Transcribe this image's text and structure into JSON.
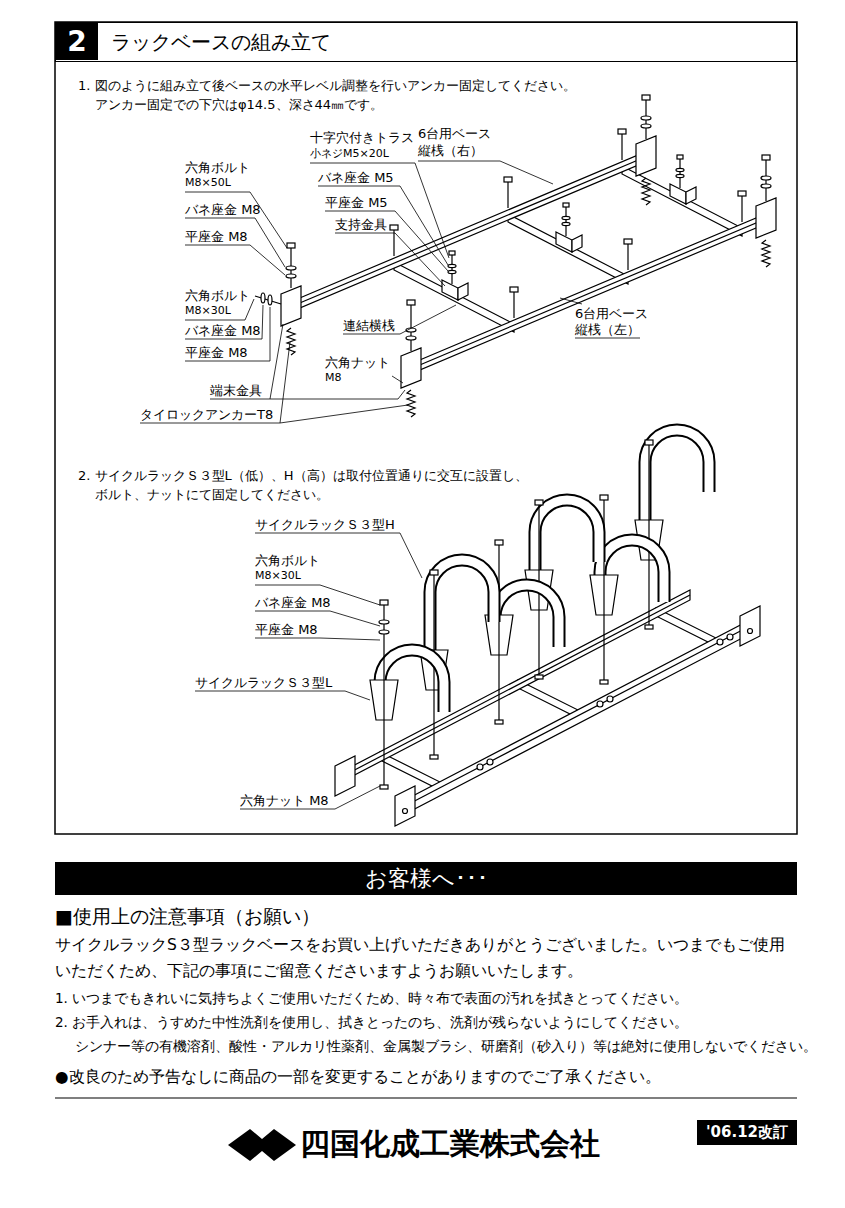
{
  "diagram": {
    "nodes": [
      {
        "text": [
          "ラックベースの組み立て"
        ]
      },
      {
        "text": [
          "2"
        ],
        "in": 0
      },
      {
        "text": [
          "お客様へ･･･"
        ]
      },
      {
        "text": [
          "'06.12改訂"
        ]
      }
    ],
    "labels": [
      "1. 図のように組み立て後ベースの水平レベル調整を行いアンカー固定してください。",
      "アンカー固定での下穴はφ14.5、深さ44㎜です。",
      "十字穴付きトラス",
      "小ネジM5×20L",
      "6台用ベース",
      "縦桟（右）",
      "六角ボルト",
      "M8×50L",
      "バネ座金 M5",
      "バネ座金 M8",
      "平座金 M5",
      "支持金具",
      "平座金 M8",
      "六角ボルト",
      "M8×30L",
      "バネ座金 M8",
      "連結横桟",
      "6台用ベース",
      "縦桟（左）",
      "平座金 M8",
      "六角ナット",
      "M8",
      "端末金具",
      "タイロックアンカーT8",
      "2. サイクルラックＳ３型L（低）、H（高）は取付位置通りに交互に設置し、",
      "ボルト、ナットにて固定してください。",
      "サイクルラックＳ３型H",
      "六角ボルト",
      "M8×30L",
      "バネ座金 M8",
      "平座金 M8",
      "サイクルラックＳ３型L",
      "六角ナット M8",
      "■使用上の注意事項（お願い）",
      "サイクルラックS３型ラックベースをお買い上げいただきありがとうございました。いつまでもご使用いただくため、下記の事項にご留意くださいますようお願いいたします。",
      "1. いつまでもきれいに気持ちよくご使用いただくため、時々布で表面の汚れを拭きとってください。",
      "2. お手入れは、うすめた中性洗剤を使用し、拭きとったのち、洗剤が残らないようにしてください。",
      "シンナー等の有機溶剤、酸性・アルカリ性薬剤、金属製ブラシ、研磨剤（砂入り）等は絶対に使用しないでください。",
      "●改良のため予告なしに商品の一部を変更することがありますのでご了承ください。",
      "四国化成工業株式会社"
    ]
  }
}
